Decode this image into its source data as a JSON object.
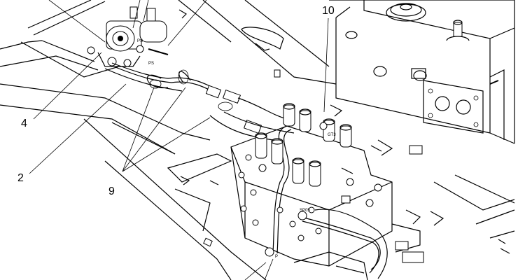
{
  "callouts": {
    "c10": "10",
    "c4": "4",
    "c2": "2",
    "c9": "9"
  },
  "port_labels": {
    "ps_top": "PS",
    "ps": "PS",
    "gt3": "GT3",
    "sp05": "SP05",
    "p": "P"
  }
}
